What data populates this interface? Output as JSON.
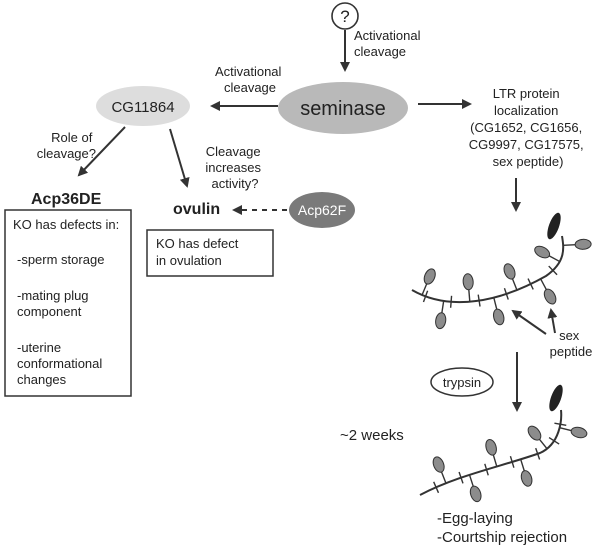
{
  "nodes": {
    "unknown": "?",
    "seminase": "seminase",
    "cg11864": "CG11864",
    "acp62f": "Acp62F",
    "acp36de": "Acp36DE",
    "ovulin": "ovulin",
    "trypsin": "trypsin"
  },
  "labels": {
    "activational_top": [
      "Activational",
      "cleavage"
    ],
    "activational_left": [
      "Activational",
      "cleavage"
    ],
    "role_of_cleavage": [
      "Role of",
      "cleavage?"
    ],
    "cleavage_increases": [
      "Cleavage",
      "increases",
      "activity?"
    ],
    "ltr_localization": [
      "LTR protein",
      "localization",
      "(CG1652, CG1656,",
      "CG9997, CG17575,",
      "sex peptide)"
    ],
    "sex_peptide": [
      "sex",
      "peptide"
    ],
    "two_weeks": "~2 weeks",
    "outcomes": [
      "-Egg-laying",
      "-Courtship rejection"
    ]
  },
  "acp36de_box": {
    "heading": "KO has defects in:",
    "items": [
      [
        "-sperm storage"
      ],
      [
        "-mating plug",
        "component"
      ],
      [
        "-uterine",
        "conformational",
        "changes"
      ]
    ]
  },
  "ovulin_box": [
    "KO has defect",
    "in ovulation"
  ],
  "colors": {
    "seminase_fill": "#b9b9b9",
    "cg11864_fill": "#dddddd",
    "acp62f_fill": "#7a7a7a",
    "egg_fill": "#8c8c8c",
    "line": "#333333"
  }
}
